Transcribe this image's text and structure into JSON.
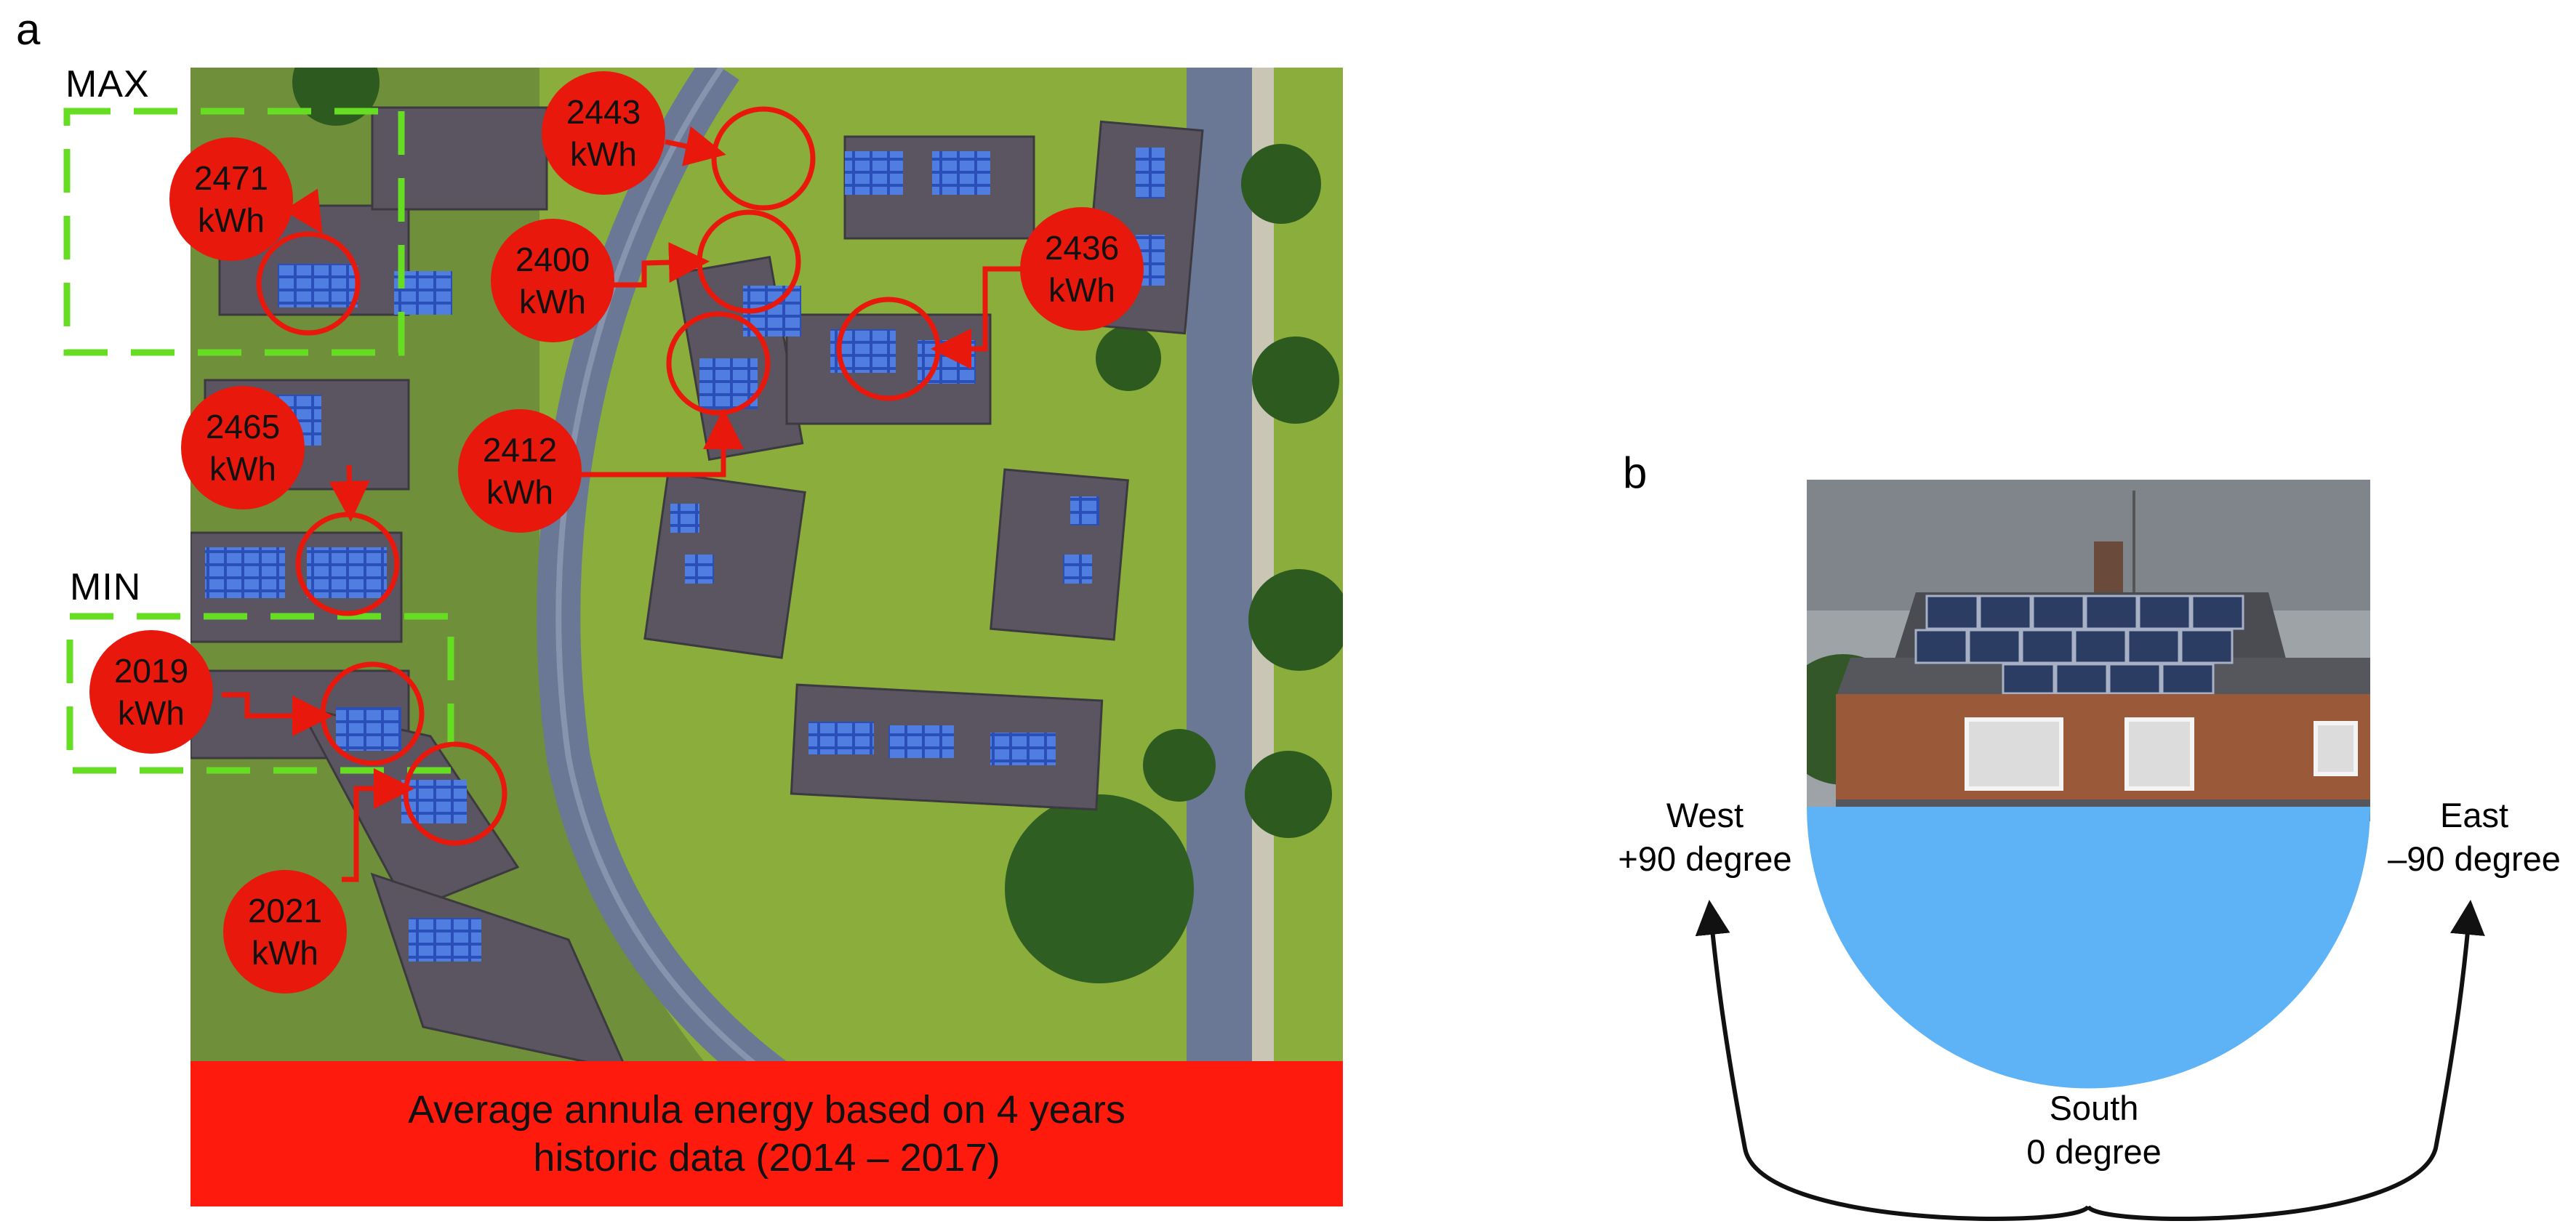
{
  "panel_a": {
    "letter": "a",
    "max_label": "MAX",
    "min_label": "MIN",
    "caption_line1": "Average annula energy based on 4 years",
    "caption_line2": "historic data (2014 – 2017)",
    "readings": [
      {
        "value": "2443",
        "unit": "kWh"
      },
      {
        "value": "2471",
        "unit": "kWh"
      },
      {
        "value": "2400",
        "unit": "kWh"
      },
      {
        "value": "2436",
        "unit": "kWh"
      },
      {
        "value": "2412",
        "unit": "kWh"
      },
      {
        "value": "2465",
        "unit": "kWh"
      },
      {
        "value": "2019",
        "unit": "kWh"
      },
      {
        "value": "2021",
        "unit": "kWh"
      }
    ],
    "colors": {
      "marker": "#e8180c",
      "highlight_box": "#66dd22",
      "caption_bg": "#ff1a0e"
    }
  },
  "panel_b": {
    "letter": "b",
    "west_label": "West",
    "west_angle": "+90 degree",
    "east_label": "East",
    "east_angle": "–90 degree",
    "south_label": "South",
    "south_angle": "0 degree",
    "colors": {
      "azimuth_fill": "#5db3f5"
    }
  }
}
